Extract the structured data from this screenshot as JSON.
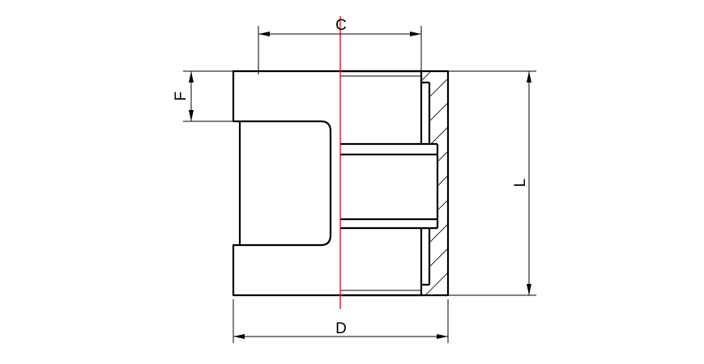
{
  "dimensions": {
    "c_label": "C",
    "d_label": "D",
    "f_label": "F",
    "l_label": "L"
  },
  "colors": {
    "outline": "#000000",
    "centerline": "#e0162b",
    "background": "#ffffff"
  }
}
